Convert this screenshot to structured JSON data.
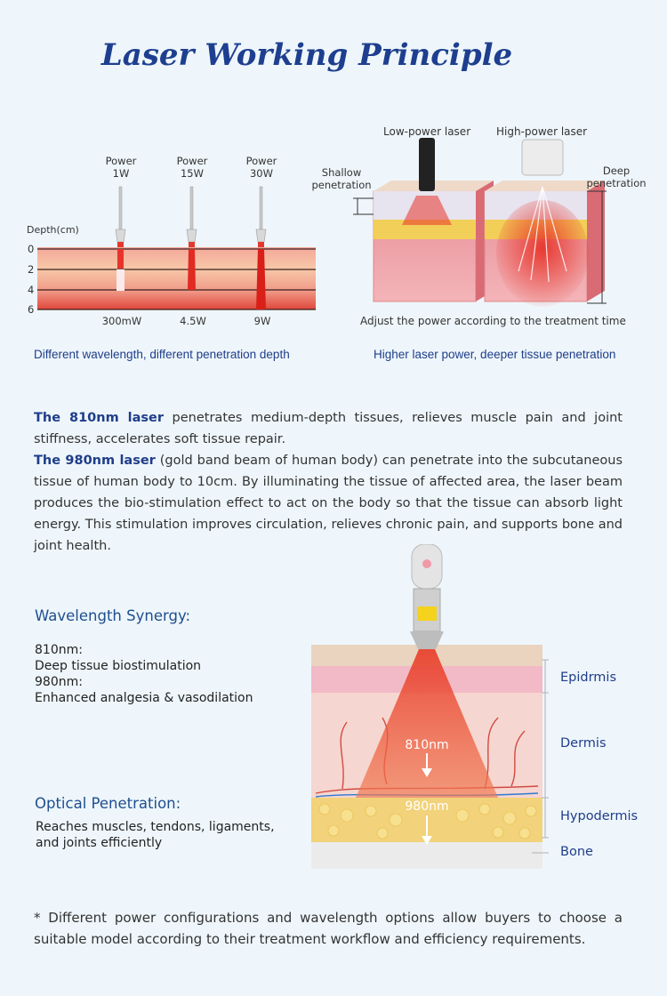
{
  "title": "Laser Working Principle",
  "left_figure": {
    "power_labels": [
      {
        "word": "Power",
        "value": "1W"
      },
      {
        "word": "Power",
        "value": "15W"
      },
      {
        "word": "Power",
        "value": "30W"
      }
    ],
    "depth_label": "Depth(cm)",
    "depth_ticks": [
      "0",
      "2",
      "4",
      "6"
    ],
    "bottom_labels": [
      "300mW",
      "4.5W",
      "9W"
    ],
    "caption": "Different wavelength, different penetration depth"
  },
  "right_figure": {
    "low_power": "Low-power laser",
    "high_power": "High-power laser",
    "shallow": [
      "Shallow",
      "penetration"
    ],
    "deep": [
      "Deep",
      "penetration"
    ],
    "adjust": "Adjust the power according to the treatment time",
    "caption": "Higher laser power, deeper tissue penetration"
  },
  "paragraph1": {
    "lead": "The 810nm laser",
    "text": " penetrates medium-depth tissues, relieves muscle pain and joint stiffness, accelerates soft tissue repair."
  },
  "paragraph2": {
    "lead": "The 980nm laser",
    "text": " (gold band beam of human body) can penetrate into the subcutaneous tissue of human body to 10cm. By illuminating the tissue of affected area, the laser beam produces the bio-stimulation effect to act on the body so that the tissue can absorb light energy. This stimulation improves circulation, relieves chronic pain, and supports bone and joint health."
  },
  "synergy": {
    "heading": "Wavelength Synergy:",
    "lines": [
      "810nm:",
      "Deep tissue biostimulation",
      "980nm:",
      "Enhanced analgesia & vasodilation"
    ]
  },
  "optical": {
    "heading": "Optical Penetration:",
    "lines": [
      "Reaches muscles, tendons, ligaments,",
      "and joints efficiently"
    ]
  },
  "layers": {
    "epidermis": "Epidrmis",
    "dermis": "Dermis",
    "hypodermis": "Hypodermis",
    "bone": "Bone",
    "beam810": "810nm",
    "beam980": "980nm"
  },
  "footnote": "* Different power configurations and wavelength options allow buyers to choose a suitable model according to their treatment workflow and efficiency requirements."
}
